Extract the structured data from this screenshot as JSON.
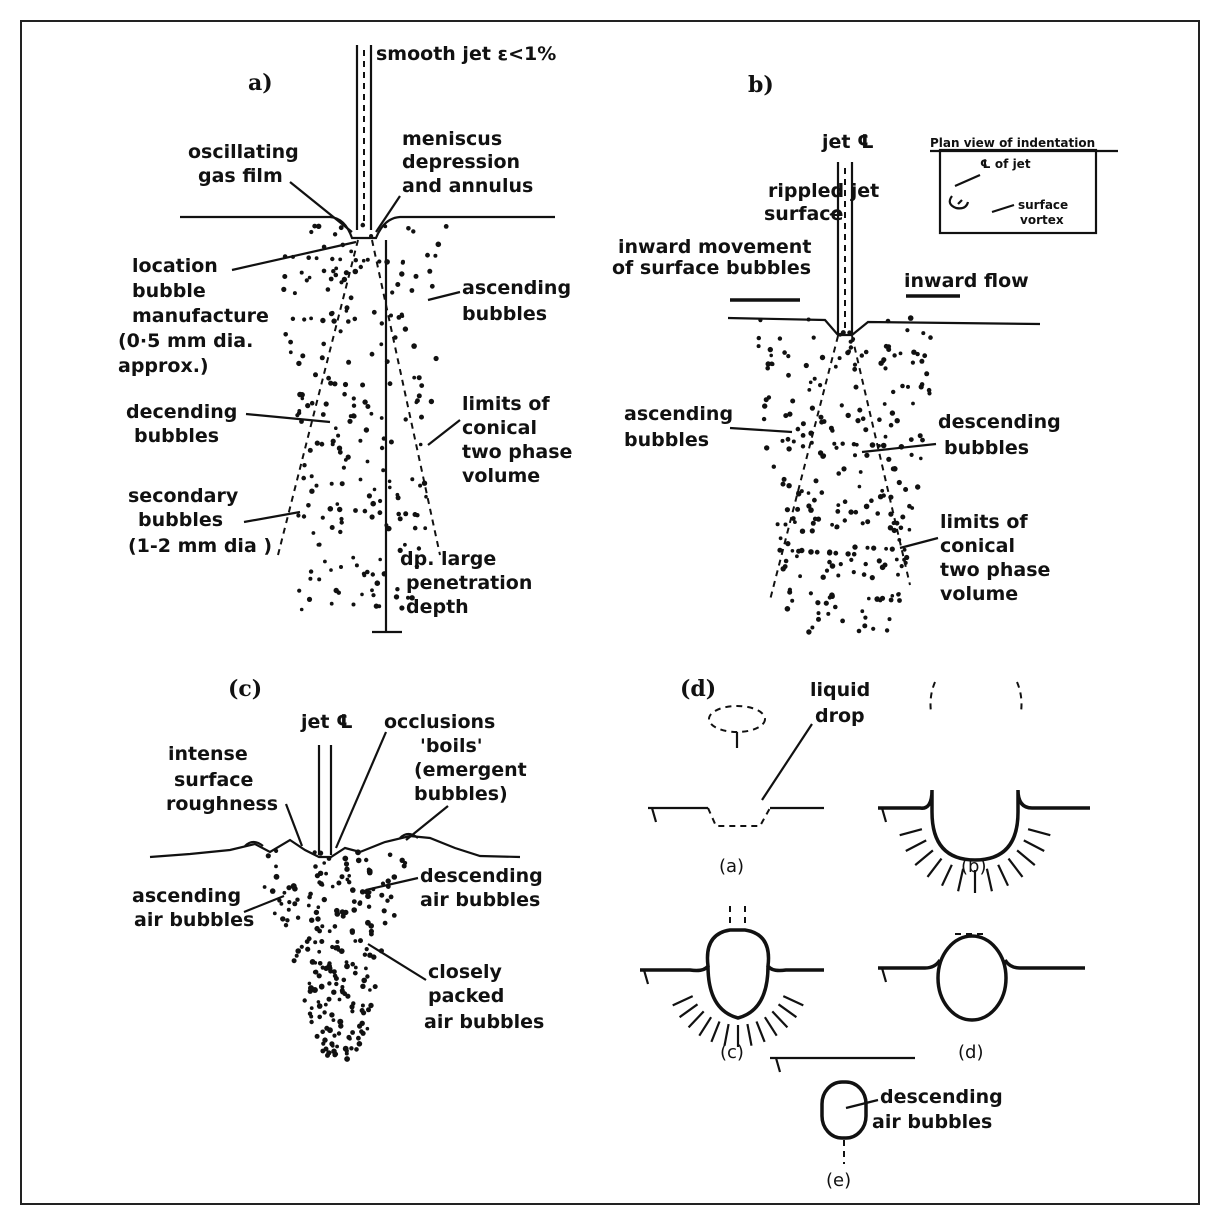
{
  "panel_a": {
    "tag": "a)",
    "labels": {
      "smooth_jet": "smooth jet ε<1%",
      "meniscus_1": "meniscus",
      "meniscus_2": "depression",
      "meniscus_3": "and annulus",
      "oscillating_1": "oscillating",
      "oscillating_2": "gas film",
      "location_1": "location",
      "location_2": "bubble",
      "location_3": "manufacture",
      "location_4": "(0·5 mm dia.",
      "location_5": "approx.)",
      "ascending_1": "ascending",
      "ascending_2": "bubbles",
      "decending_1": "decending",
      "decending_2": "bubbles",
      "limits_1": "limits of",
      "limits_2": "conical",
      "limits_3": "two phase",
      "limits_4": "volume",
      "secondary_1": "secondary",
      "secondary_2": "bubbles",
      "secondary_3": "(1-2 mm dia )",
      "dp_1": "dp. large",
      "dp_2": "penetration",
      "dp_3": "depth"
    }
  },
  "panel_b": {
    "tag": "b)",
    "labels": {
      "jet_cl": "jet ℄",
      "inset_title": "Plan view of indentation",
      "inset_cl": "℄ of jet",
      "inset_vortex_1": "surface",
      "inset_vortex_2": "vortex",
      "rippled_1": "rippled jet",
      "rippled_2": "surface",
      "inward_move_1": "inward movement",
      "inward_move_2": "of surface bubbles",
      "inward_flow": "inward flow",
      "ascending_1": "ascending",
      "ascending_2": "bubbles",
      "descending_1": "descending",
      "descending_2": "bubbles",
      "limits_1": "limits of",
      "limits_2": "conical",
      "limits_3": "two phase",
      "limits_4": "volume"
    }
  },
  "panel_c": {
    "tag": "(c)",
    "labels": {
      "jet_cl": "jet ℄",
      "occlusions": "occlusions",
      "boils": "'boils'",
      "emergent_1": "(emergent",
      "emergent_2": "bubbles)",
      "intense_1": "intense",
      "intense_2": "surface",
      "intense_3": "roughness",
      "ascending_1": "ascending",
      "ascending_2": "air bubbles",
      "descending_1": "descending",
      "descending_2": "air bubbles",
      "packed_1": "closely",
      "packed_2": "packed",
      "packed_3": "air bubbles"
    }
  },
  "panel_d": {
    "tag": "(d)",
    "labels": {
      "liquid": "liquid",
      "drop": "drop",
      "descending_1": "descending",
      "descending_2": "air bubbles"
    },
    "subfigures": [
      "(a)",
      "(b)",
      "(c)",
      "(d)",
      "(e)"
    ]
  }
}
